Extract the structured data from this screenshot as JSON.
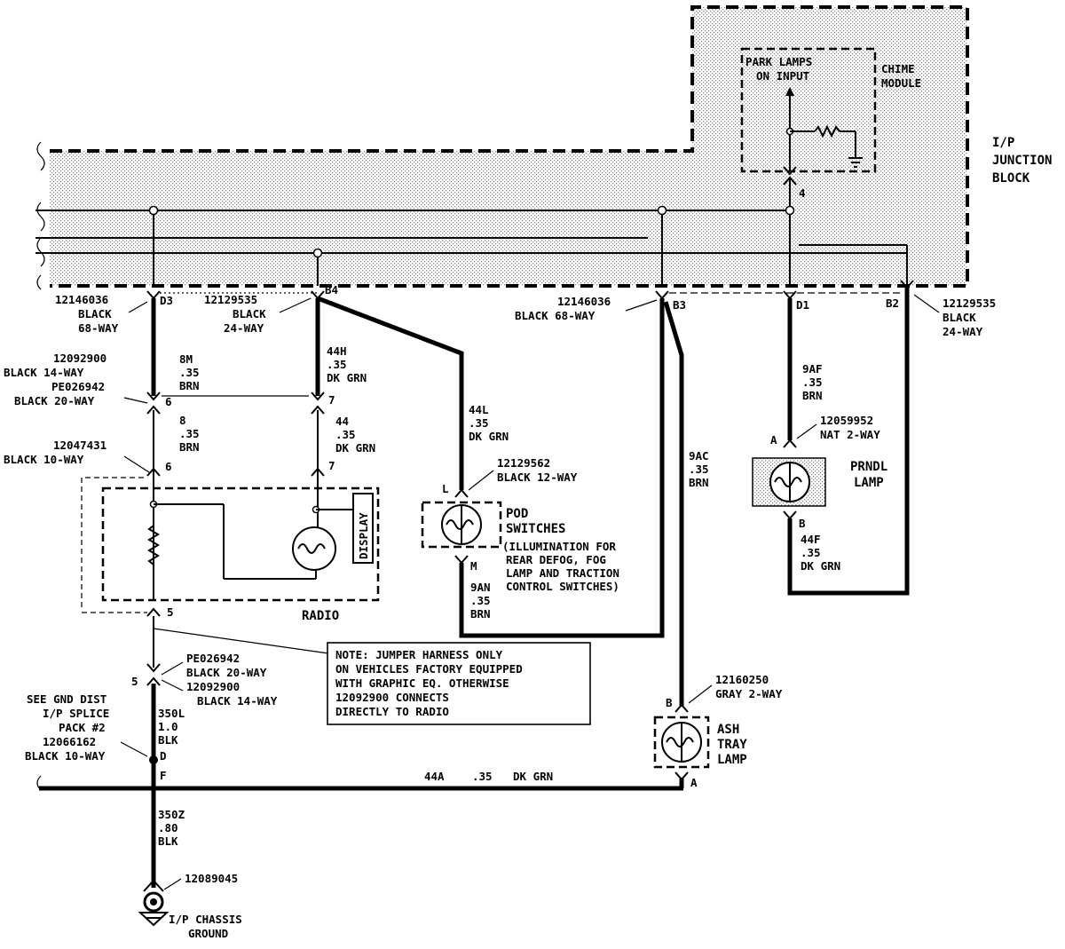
{
  "junction_block": {
    "label_line1": "I/P",
    "label_line2": "JUNCTION",
    "label_line3": "BLOCK"
  },
  "chime_module": {
    "label_line1": "CHIME",
    "label_line2": "MODULE",
    "input_line1": "PARK LAMPS",
    "input_line2": "ON INPUT",
    "pin": "4"
  },
  "connectors": {
    "d3": {
      "part": "12146036",
      "color": "BLACK",
      "ways": "68-WAY",
      "pin": "D3"
    },
    "b4": {
      "part": "12129535",
      "color": "BLACK",
      "ways": "24-WAY",
      "pin": "B4"
    },
    "b3": {
      "part": "12146036",
      "line2": "BLACK 68-WAY",
      "pin": "B3"
    },
    "d1": {
      "pin": "D1"
    },
    "b2": {
      "part": "12129535",
      "color": "BLACK",
      "ways": "24-WAY",
      "pin": "B2"
    },
    "harness_top": {
      "part1": "12092900",
      "desc1": "BLACK  14-WAY",
      "part2": "PE026942",
      "desc2": "BLACK 20-WAY",
      "pin_a": "6",
      "pin_b": "7"
    },
    "radio_conn": {
      "part": "12047431",
      "desc": "BLACK  10-WAY",
      "pin_a": "6",
      "pin_b": "7"
    },
    "pod": {
      "part": "12129562",
      "desc": "BLACK 12-WAY",
      "pin_top": "L",
      "pin_bottom": "M"
    },
    "prndl": {
      "part": "12059952",
      "desc": "NAT 2-WAY",
      "pin_top": "A",
      "pin_bottom": "B"
    },
    "ash": {
      "part": "12160250",
      "desc": "GRAY 2-WAY",
      "pin_top": "B",
      "pin_bottom": "A"
    },
    "harness_bottom": {
      "part1": "PE026942",
      "desc1": "BLACK 20-WAY",
      "part2": "12092900",
      "desc2": "BLACK 14-WAY",
      "pin_left": "5",
      "pin_radio": "5"
    },
    "splice": {
      "line1": "SEE GND DIST",
      "line2": "I/P  SPLICE",
      "line3": "PACK #2",
      "line4": "12066162",
      "line5": "BLACK 10-WAY",
      "pin_d": "D",
      "pin_f": "F"
    },
    "ground": {
      "part": "12089045",
      "line1": "I/P CHASSIS",
      "line2": "GROUND"
    }
  },
  "wires": {
    "w8m": {
      "c": "8M",
      "g": ".35",
      "col": "BRN"
    },
    "w8": {
      "c": "8",
      "g": ".35",
      "col": "BRN"
    },
    "w44h": {
      "c": "44H",
      "g": ".35",
      "col": "DK GRN"
    },
    "w44": {
      "c": "44",
      "g": ".35",
      "col": "DK GRN"
    },
    "w44l": {
      "c": "44L",
      "g": ".35",
      "col": "DK GRN"
    },
    "w9an": {
      "c": "9AN",
      "g": ".35",
      "col": "BRN"
    },
    "w9ac": {
      "c": "9AC",
      "g": ".35",
      "col": "BRN"
    },
    "w9af": {
      "c": "9AF",
      "g": ".35",
      "col": "BRN"
    },
    "w44f": {
      "c": "44F",
      "g": ".35",
      "col": "DK GRN"
    },
    "w350l": {
      "c": "350L",
      "g": "1.0",
      "col": "BLK"
    },
    "w350z": {
      "c": "350Z",
      "g": ".80",
      "col": "BLK"
    },
    "w44a": {
      "c": "44A",
      "g": ".35",
      "col": "DK GRN"
    }
  },
  "components": {
    "radio": "RADIO",
    "display": "DISPLAY",
    "pod_line1": "POD",
    "pod_line2": "SWITCHES",
    "pod_note1": "(ILLUMINATION FOR",
    "pod_note2": "REAR DEFOG, FOG",
    "pod_note3": "LAMP  AND  TRACTION",
    "pod_note4": "CONTROL  SWITCHES)",
    "prndl_line1": "PRNDL",
    "prndl_line2": "LAMP",
    "ash_line1": "ASH",
    "ash_line2": "TRAY",
    "ash_line3": "LAMP"
  },
  "note": {
    "line1": "NOTE: JUMPER HARNESS ONLY",
    "line2": "ON VEHICLES FACTORY EQUIPPED",
    "line3": "WITH GRAPHIC EQ. OTHERWISE",
    "line4": "12092900 CONNECTS",
    "line5": "DIRECTLY TO RADIO"
  }
}
